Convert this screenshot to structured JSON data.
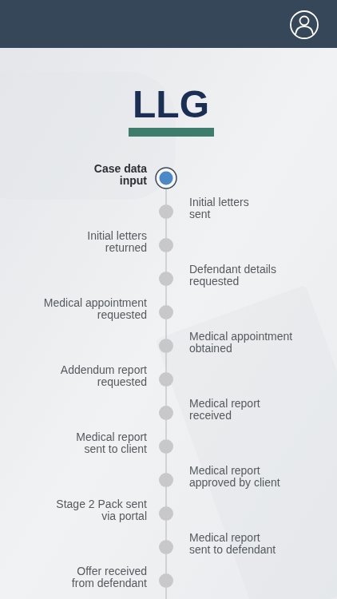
{
  "diagram": {
    "title": "LLG",
    "nodes": [
      {
        "text": [
          "Case data input"
        ]
      },
      {
        "text": [
          "Initial letters sent"
        ]
      },
      {
        "text": [
          "Initial letters returned"
        ]
      },
      {
        "text": [
          "Defendant details requested"
        ]
      },
      {
        "text": [
          "Medical appointment requested"
        ]
      },
      {
        "text": [
          "Medical appointment obtained"
        ]
      },
      {
        "text": [
          "Addendum report requested"
        ]
      },
      {
        "text": [
          "Medical report received"
        ]
      },
      {
        "text": [
          "Medical report sent to client"
        ]
      },
      {
        "text": [
          "Medical report approved by client"
        ]
      },
      {
        "text": [
          "Stage 2 Pack sent via portal"
        ]
      },
      {
        "text": [
          "Medical report sent to defendant"
        ]
      },
      {
        "text": [
          "Offer received from defendant"
        ]
      }
    ],
    "edges": [
      {
        "from": 0,
        "to": 1,
        "arrow": "none"
      },
      {
        "from": 1,
        "to": 2,
        "arrow": "none"
      },
      {
        "from": 2,
        "to": 3,
        "arrow": "none"
      },
      {
        "from": 3,
        "to": 4,
        "arrow": "none"
      },
      {
        "from": 4,
        "to": 5,
        "arrow": "none"
      },
      {
        "from": 5,
        "to": 6,
        "arrow": "none"
      },
      {
        "from": 6,
        "to": 7,
        "arrow": "none"
      },
      {
        "from": 7,
        "to": 8,
        "arrow": "none"
      },
      {
        "from": 8,
        "to": 9,
        "arrow": "none"
      },
      {
        "from": 9,
        "to": 10,
        "arrow": "none"
      },
      {
        "from": 10,
        "to": 11,
        "arrow": "none"
      },
      {
        "from": 11,
        "to": 12,
        "arrow": "none"
      }
    ]
  }
}
